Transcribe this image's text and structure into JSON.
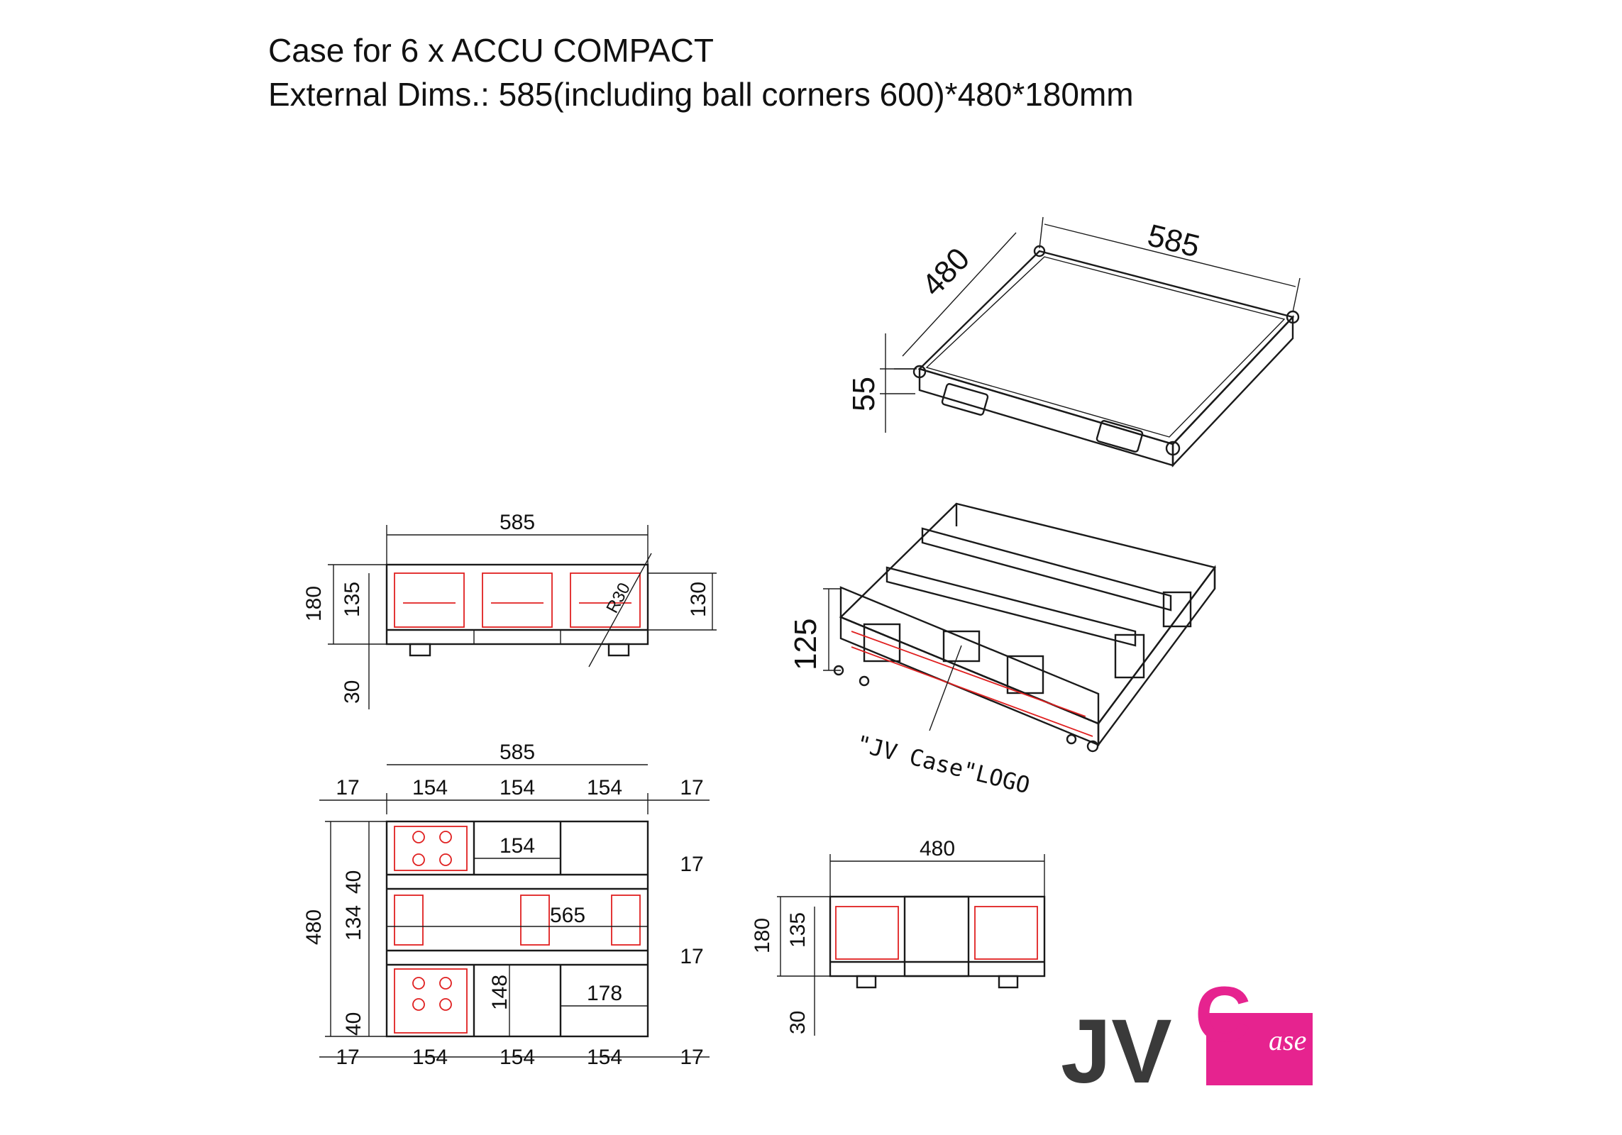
{
  "title": {
    "line1": "Case for 6 x ACCU COMPACT",
    "line2": "External Dims.: 585(including ball corners 600)*480*180mm"
  },
  "lid_view": {
    "length": "585",
    "width": "480",
    "height": "55"
  },
  "front_view": {
    "width": "585",
    "total_height": "180",
    "inner_height": "135",
    "slot_height": "130",
    "feet": "30",
    "chamfer": "R30"
  },
  "open_case_view": {
    "height": "125",
    "logo_label": "\"JV Case\"LOGO"
  },
  "top_view": {
    "overall_width": "585",
    "top_dims": [
      "17",
      "154",
      "154",
      "154",
      "17"
    ],
    "bottom_dims": [
      "17",
      "154",
      "154",
      "154",
      "17"
    ],
    "height": "480",
    "left_dims": [
      "40",
      "134",
      "40"
    ],
    "inner_labels": {
      "cell_width": "154",
      "wall_top": "17",
      "middle_length": "565",
      "wall_bottom": "17",
      "cell_height": "148",
      "cell_width_2": "178"
    }
  },
  "side_view": {
    "width": "480",
    "total_height": "180",
    "inner_height": "135",
    "feet": "30"
  },
  "brand": {
    "jv": "JV",
    "case_letter": "C",
    "case_word": "ase",
    "brand_color": "#e6238f",
    "text_color": "#3a3a3a"
  },
  "colors": {
    "line": "#1a1a1a",
    "accent_red": "#e02020"
  }
}
